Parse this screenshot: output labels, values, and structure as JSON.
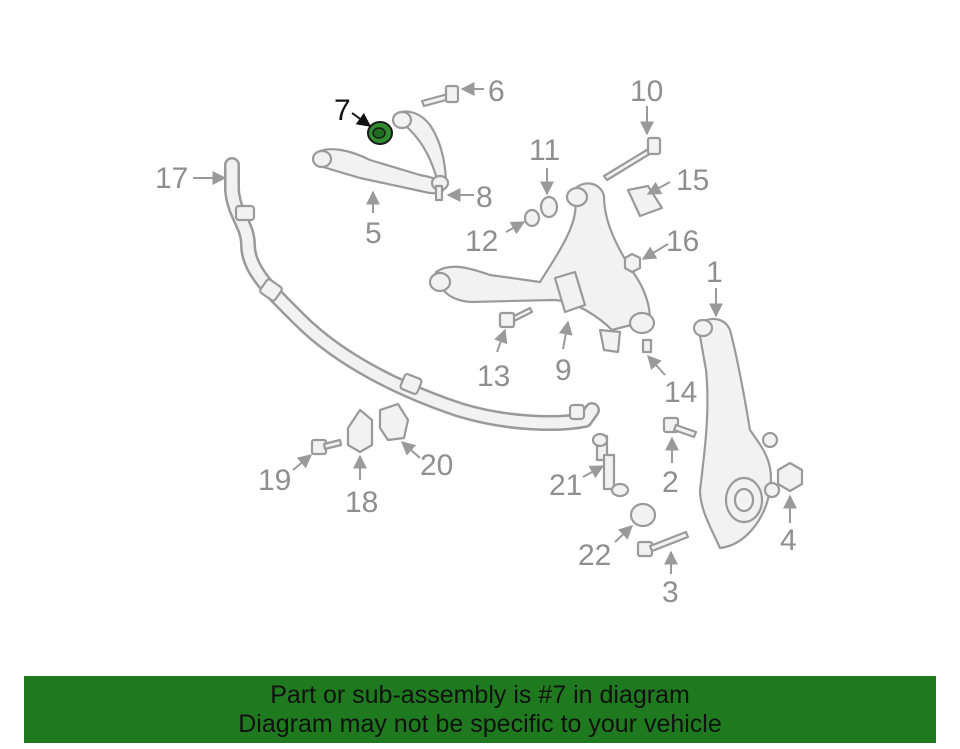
{
  "diagram": {
    "callouts": [
      "1",
      "2",
      "3",
      "4",
      "5",
      "6",
      "7",
      "8",
      "9",
      "10",
      "11",
      "12",
      "13",
      "14",
      "15",
      "16",
      "17",
      "18",
      "19",
      "20",
      "21",
      "22"
    ],
    "highlight_part": "7",
    "colors": {
      "banner": "#1f7a1f",
      "highlight_part": "#2e8b2e",
      "line": "#9a9a9a",
      "part_fill": "#f2f2f2",
      "label": "#8f8f8f"
    }
  },
  "banner": {
    "line1": "Part or sub-assembly is #7 in diagram",
    "line2": "Diagram may not be specific to your vehicle"
  }
}
